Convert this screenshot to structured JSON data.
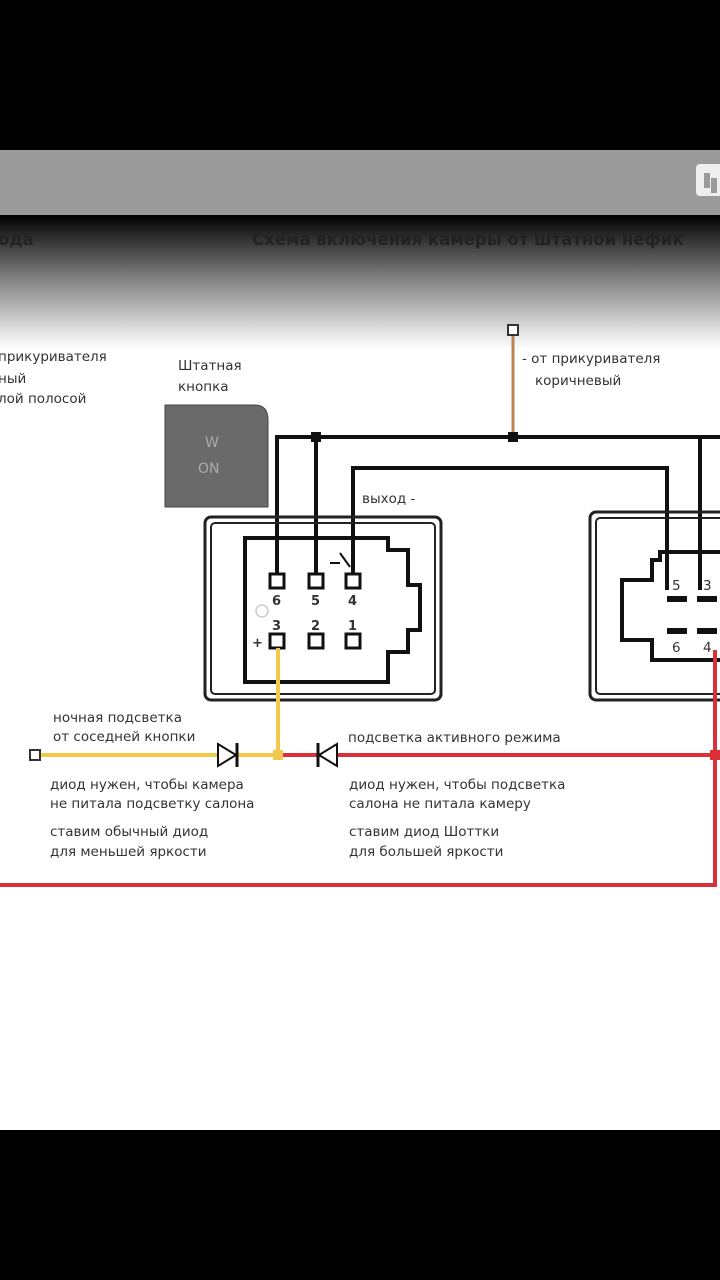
{
  "viewer": {
    "app_icon": "app-icon"
  },
  "diagram": {
    "title_left_fragment": "ода",
    "title": "Схема включения камеры от штатной нефик",
    "left_note": [
      "прикуривателя",
      "ный",
      "лой полосой"
    ],
    "stock_button_label": [
      "Штатная",
      "кнопка"
    ],
    "button_face": [
      "W",
      "ON"
    ],
    "cigarette_lighter_note": [
      "- от прикуривателя",
      "коричневый"
    ],
    "output_label": "выход -",
    "pins_top": [
      "6",
      "5",
      "4"
    ],
    "pins_bottom": [
      "3",
      "2",
      "1"
    ],
    "plus_sign": "+",
    "right_connector_pins": [
      "5",
      "3",
      "6",
      "4"
    ],
    "night_light_label": [
      "ночная подсветка",
      "от соседней кнопки"
    ],
    "active_mode_label": "подсветка активного режима",
    "left_diode_note": [
      "диод нужен, чтобы камера",
      "не питала подсветку салона",
      "ставим обычный диод",
      "для меньшей яркости"
    ],
    "right_diode_note": [
      "диод нужен, чтобы подсветка",
      "салона не питала камеру",
      "ставим диод Шоттки",
      "для большей яркости"
    ],
    "colors": {
      "yellow_wire": "#f2c94c",
      "red_wire": "#d9303a",
      "brown_wire": "#b98555",
      "black_wire": "#111111"
    }
  }
}
